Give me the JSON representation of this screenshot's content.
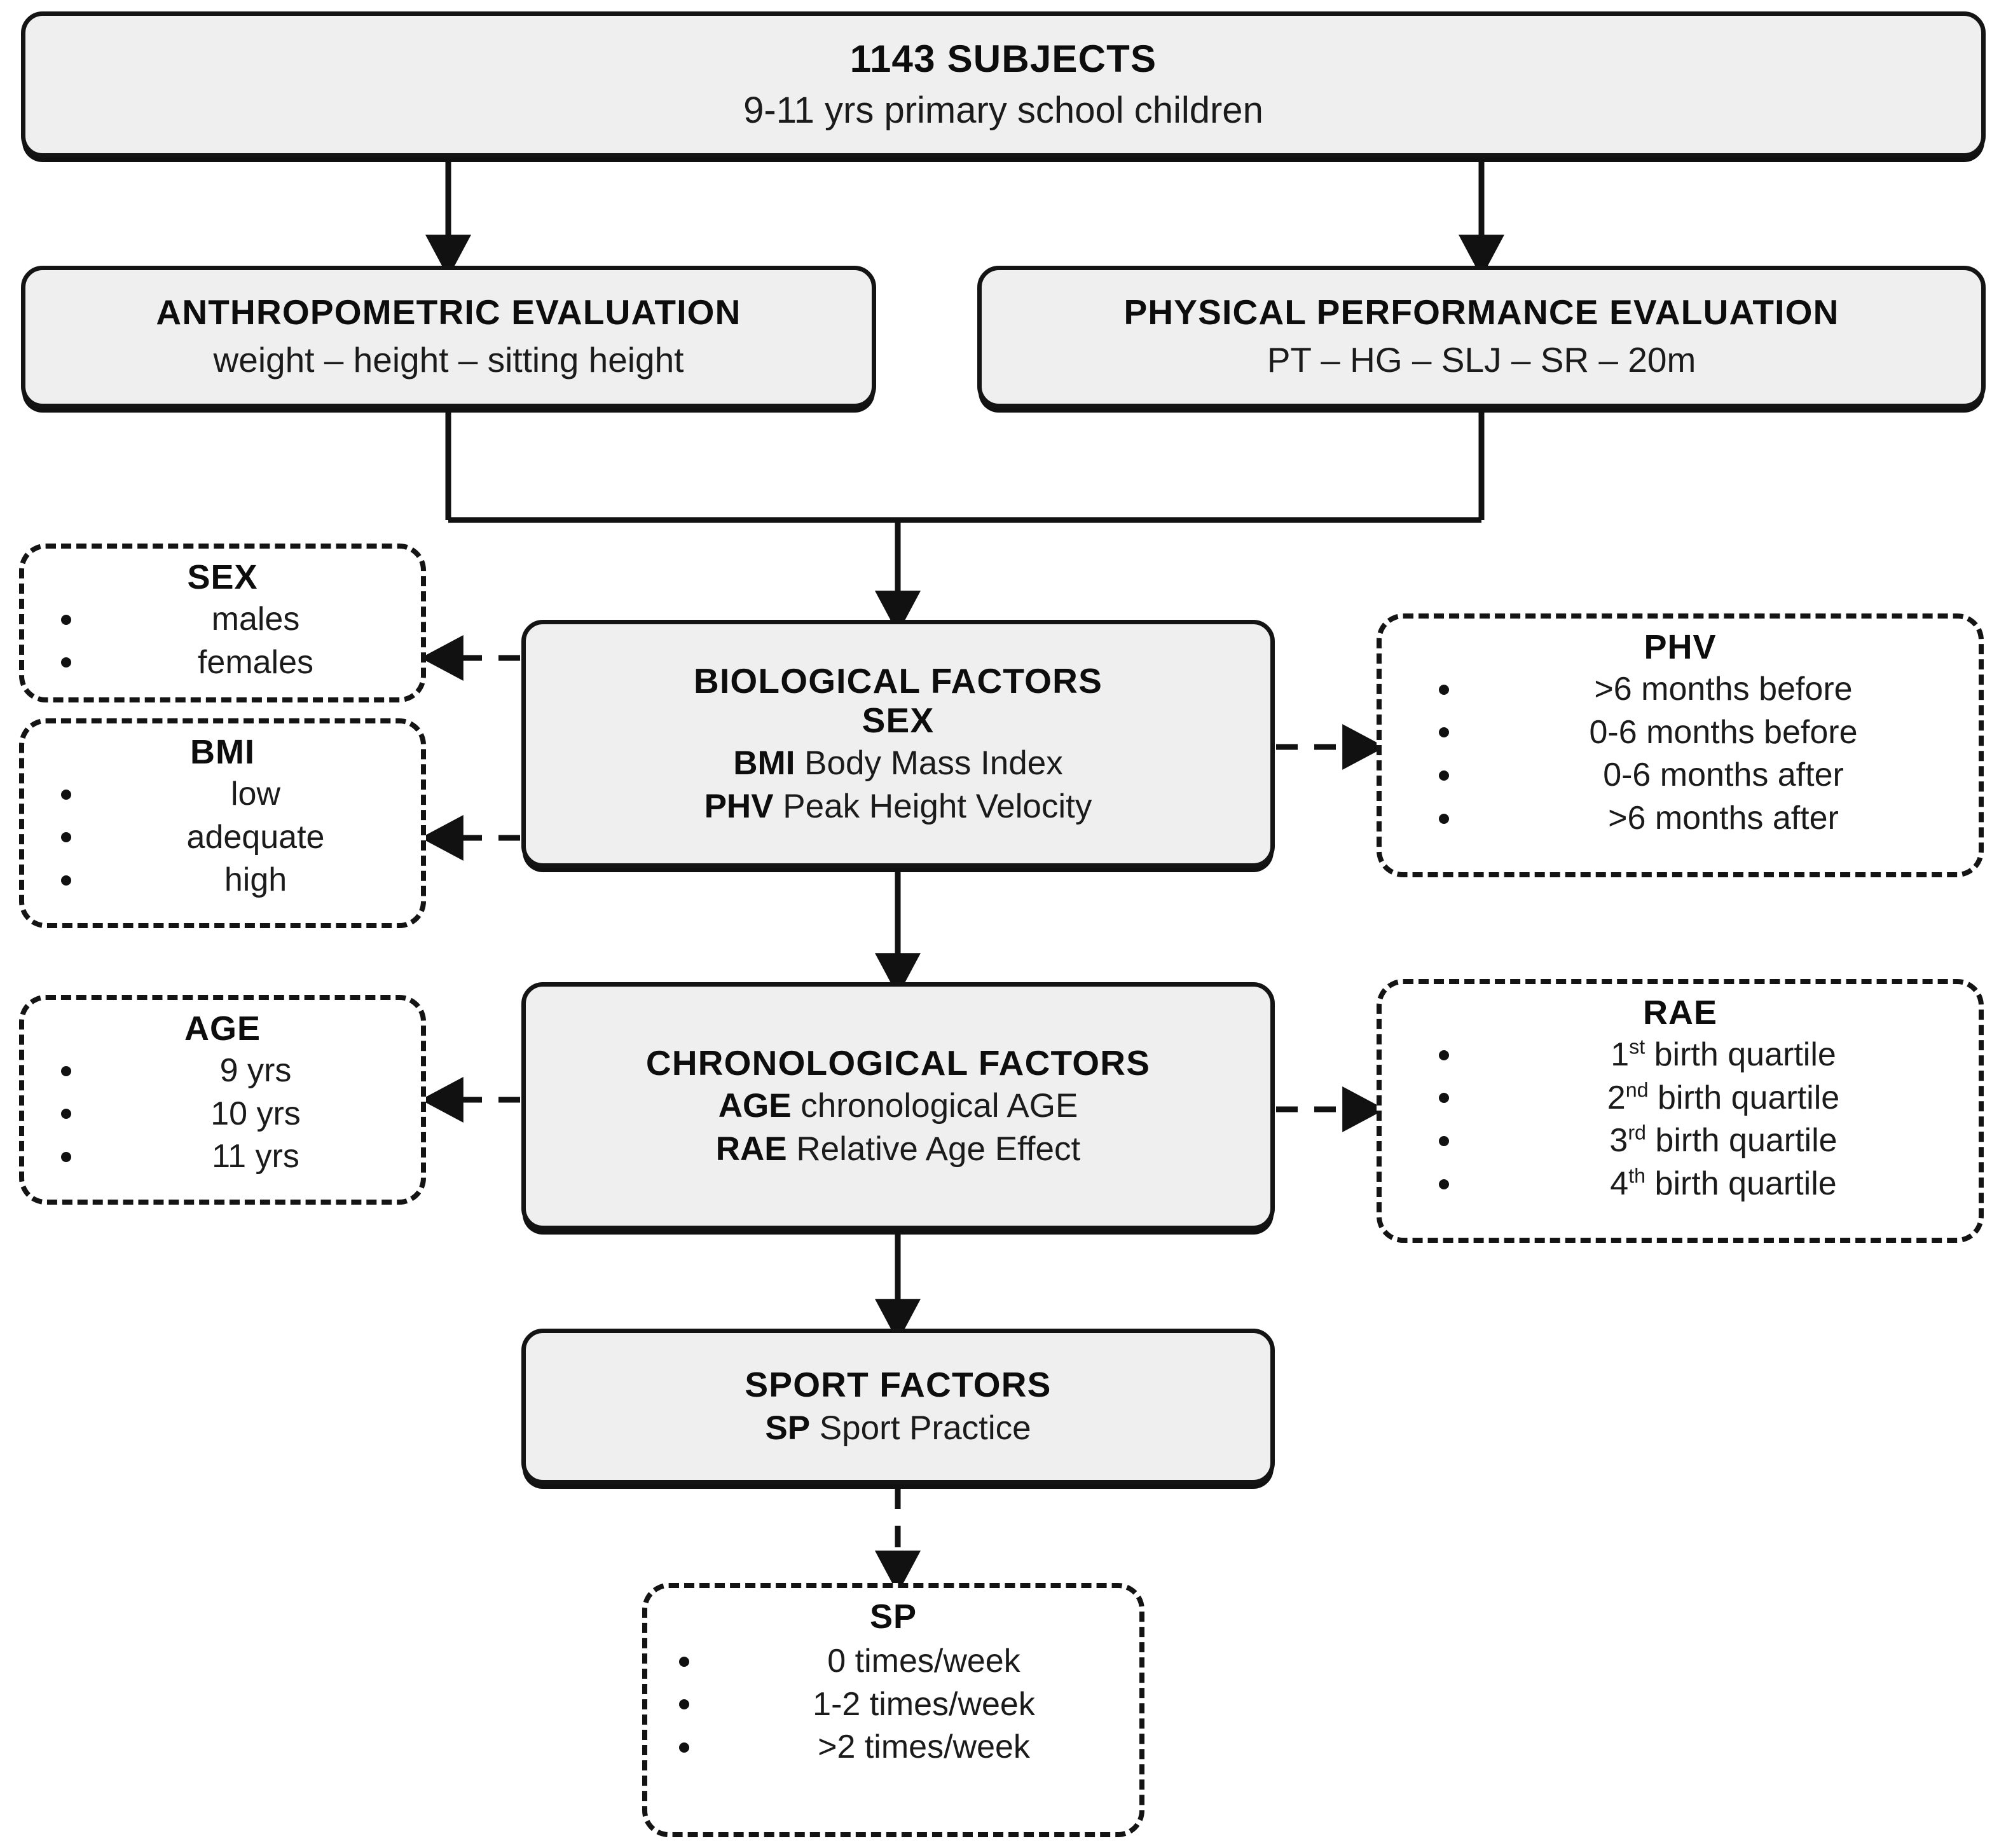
{
  "diagram": {
    "title": "Study design flowchart of subjects, evaluations and factors",
    "colors": {
      "box_fill": "#efefef",
      "box_border": "#141414",
      "dashed_border": "#141414",
      "page_background": "#ffffff",
      "text": "#111111"
    }
  },
  "nodes": {
    "subjects": {
      "title": "1143 SUBJECTS",
      "subtitle": "9-11 yrs primary school children"
    },
    "anthropometric": {
      "title": "ANTHROPOMETRIC EVALUATION",
      "subtitle": "weight – height – sitting height"
    },
    "physical": {
      "title": "PHYSICAL PERFORMANCE  EVALUATION",
      "subtitle": "PT – HG – SLJ – SR – 20m"
    },
    "biological": {
      "title": "BIOLOGICAL FACTORS",
      "line2": "SEX",
      "line3_abbr": "BMI",
      "line3_text": " Body Mass Index",
      "line4_abbr": "PHV",
      "line4_text": " Peak Height Velocity"
    },
    "chronological": {
      "title": "CHRONOLOGICAL FACTORS",
      "line2_abbr": "AGE",
      "line2_text": " chronological AGE",
      "line3_abbr": "RAE",
      "line3_text": " Relative Age Effect"
    },
    "sport": {
      "title": "SPORT FACTORS",
      "line2_abbr": "SP",
      "line2_text": " Sport Practice"
    }
  },
  "categories": {
    "sex": {
      "title": "SEX",
      "items": [
        "males",
        "females"
      ]
    },
    "bmi": {
      "title": "BMI",
      "items": [
        "low",
        "adequate",
        "high"
      ]
    },
    "age": {
      "title": "AGE",
      "items": [
        "9 yrs",
        "10 yrs",
        "11 yrs"
      ]
    },
    "phv": {
      "title": "PHV",
      "items": [
        ">6 months before",
        "0-6 months before",
        "0-6 months after",
        ">6 months after"
      ]
    },
    "rae": {
      "title": "RAE",
      "items": [
        {
          "num": "1",
          "ord": "st",
          "text": " birth quartile"
        },
        {
          "num": "2",
          "ord": "nd",
          "text": " birth quartile"
        },
        {
          "num": "3",
          "ord": "rd",
          "text": " birth quartile"
        },
        {
          "num": "4",
          "ord": "th",
          "text": " birth quartile"
        }
      ]
    },
    "sp": {
      "title": "SP",
      "items": [
        "0 times/week",
        "1-2 times/week",
        ">2 times/week"
      ]
    }
  }
}
